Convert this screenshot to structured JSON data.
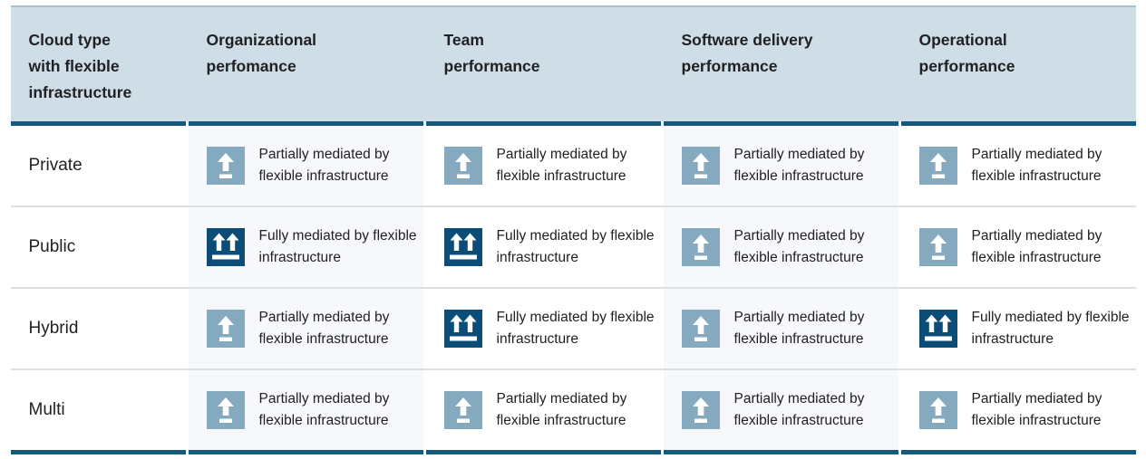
{
  "colors": {
    "header_bg": "#cfdde6",
    "header_top_border": "#a9bfcb",
    "divider": "#15597b",
    "partial_icon_bg": "#85aabf",
    "full_icon_bg": "#0b4d77",
    "alt_column_bg": "#f7f8f9",
    "row_separator": "#dcdedf",
    "text": "#202124"
  },
  "icons": {
    "partial": "single-up-arrow-underline-icon",
    "full": "double-up-arrow-underline-icon"
  },
  "table": {
    "columns": [
      {
        "label": "Cloud type with flexible infrastructure"
      },
      {
        "label": "Organizational perfomance"
      },
      {
        "label": "Team performance"
      },
      {
        "label": "Software delivery performance"
      },
      {
        "label": "Operational performance"
      }
    ],
    "mediation_labels": {
      "partial": "Partially mediated by flexible infrastructure",
      "full": "Fully mediated by flexible infrastructure"
    },
    "rows": [
      {
        "label": "Private",
        "cells": [
          "partial",
          "partial",
          "partial",
          "partial"
        ]
      },
      {
        "label": "Public",
        "cells": [
          "full",
          "full",
          "partial",
          "partial"
        ]
      },
      {
        "label": "Hybrid",
        "cells": [
          "partial",
          "full",
          "partial",
          "full"
        ]
      },
      {
        "label": "Multi",
        "cells": [
          "partial",
          "partial",
          "partial",
          "partial"
        ]
      }
    ]
  },
  "chart_data": {
    "type": "table",
    "title": "Cloud type with flexible infrastructure vs performance outcomes",
    "columns": [
      "Cloud type with flexible infrastructure",
      "Organizational perfomance",
      "Team performance",
      "Software delivery performance",
      "Operational performance"
    ],
    "rows": [
      [
        "Private",
        "Partially mediated by flexible infrastructure",
        "Partially mediated by flexible infrastructure",
        "Partially mediated by flexible infrastructure",
        "Partially mediated by flexible infrastructure"
      ],
      [
        "Public",
        "Fully mediated by flexible infrastructure",
        "Fully mediated by flexible infrastructure",
        "Partially mediated by flexible infrastructure",
        "Partially mediated by flexible infrastructure"
      ],
      [
        "Hybrid",
        "Partially mediated by flexible infrastructure",
        "Fully mediated by flexible infrastructure",
        "Partially mediated by flexible infrastructure",
        "Fully mediated by flexible infrastructure"
      ],
      [
        "Multi",
        "Partially mediated by flexible infrastructure",
        "Partially mediated by flexible infrastructure",
        "Partially mediated by flexible infrastructure",
        "Partially mediated by flexible infrastructure"
      ]
    ],
    "legend": {
      "single-up-arrow-underline-icon": "Partially mediated by flexible infrastructure",
      "double-up-arrow-underline-icon": "Fully mediated by flexible infrastructure"
    }
  }
}
